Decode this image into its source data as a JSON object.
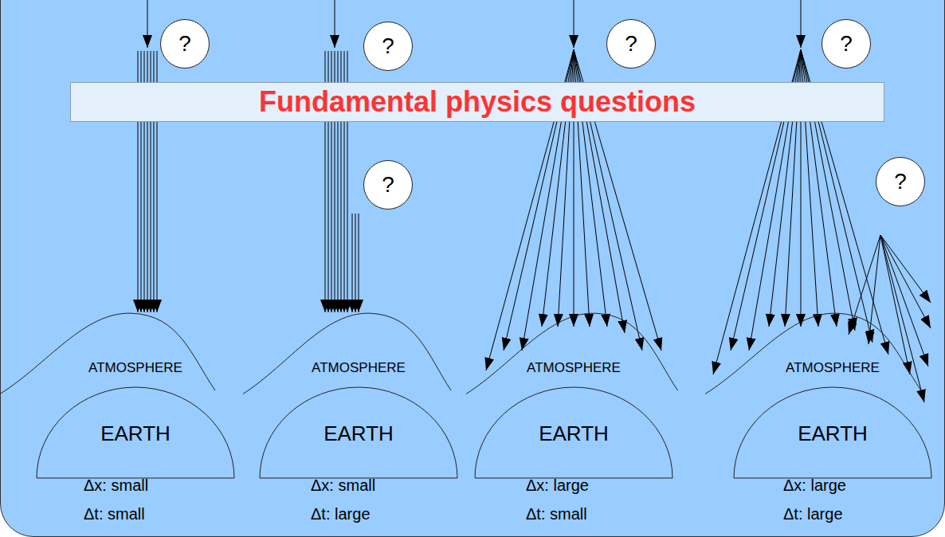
{
  "diagram": {
    "nodes": [
      {
        "text": [
          "?"
        ]
      },
      {
        "text": [
          "?"
        ]
      },
      {
        "text": [
          "?"
        ]
      },
      {
        "text": [
          "?"
        ]
      },
      {
        "text": [
          "Fundamental physics questions"
        ]
      },
      {
        "text": [
          "?"
        ]
      },
      {
        "text": [
          "?"
        ]
      },
      {
        "text": [
          "ATMOSPHERE"
        ]
      },
      {
        "text": [
          "EARTH"
        ],
        "in": 7
      },
      {
        "text": [
          "ATMOSPHERE"
        ]
      },
      {
        "text": [
          "EARTH"
        ],
        "in": 9
      },
      {
        "text": [
          "ATMOSPHERE"
        ]
      },
      {
        "text": [
          "EARTH"
        ],
        "in": 11
      },
      {
        "text": [
          "ATMOSPHERE"
        ]
      },
      {
        "text": [
          "EARTH"
        ],
        "in": 13
      }
    ],
    "labels": [
      "Δx: small",
      "Δt: small",
      "Δx: small",
      "Δt: large",
      "Δx: large",
      "Δt: small",
      "Δx: large",
      "Δt: large"
    ]
  }
}
